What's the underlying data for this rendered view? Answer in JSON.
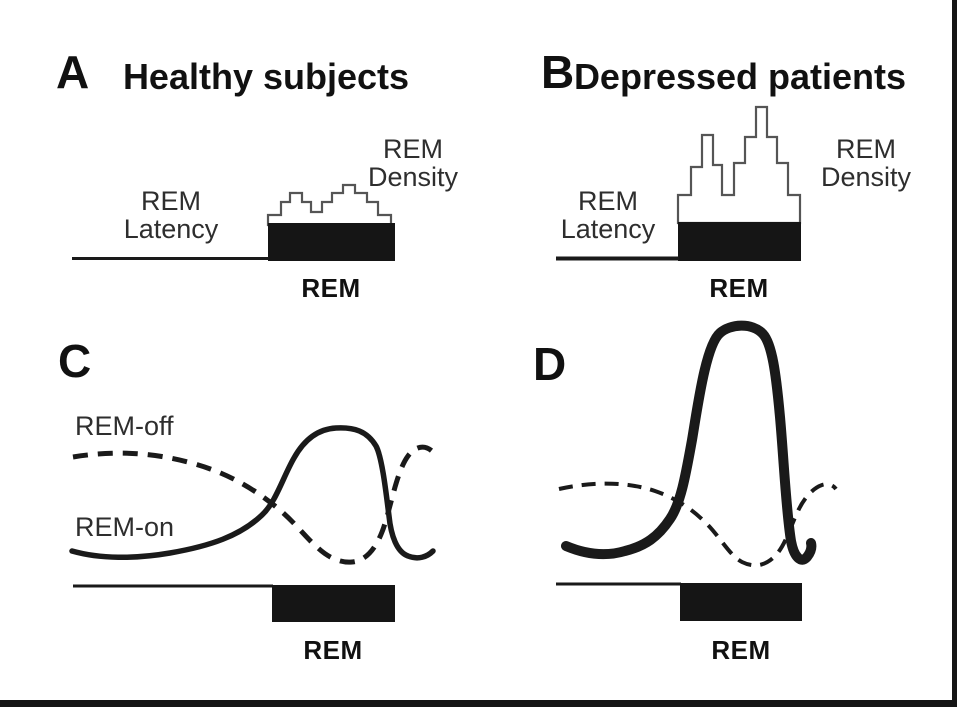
{
  "figure": {
    "colors": {
      "background": "#ffffff",
      "ink": "#1a1a1a",
      "bar_fill": "#151515",
      "histogram_outline": "#555555"
    },
    "panel_a": {
      "letter": "A",
      "title": "Healthy subjects",
      "latency_label_line1": "REM",
      "latency_label_line2": "Latency",
      "density_label_line1": "REM",
      "density_label_line2": "Density",
      "rem_bar_label": "REM"
    },
    "panel_b": {
      "letter": "B",
      "title": "Depressed patients",
      "latency_label_line1": "REM",
      "latency_label_line2": "Latency",
      "density_label_line1": "REM",
      "density_label_line2": "Density",
      "rem_bar_label": "REM"
    },
    "panel_c": {
      "letter": "C",
      "rem_off_label": "REM-off",
      "rem_on_label": "REM-on",
      "rem_bar_label": "REM"
    },
    "panel_d": {
      "letter": "D",
      "rem_bar_label": "REM"
    }
  }
}
